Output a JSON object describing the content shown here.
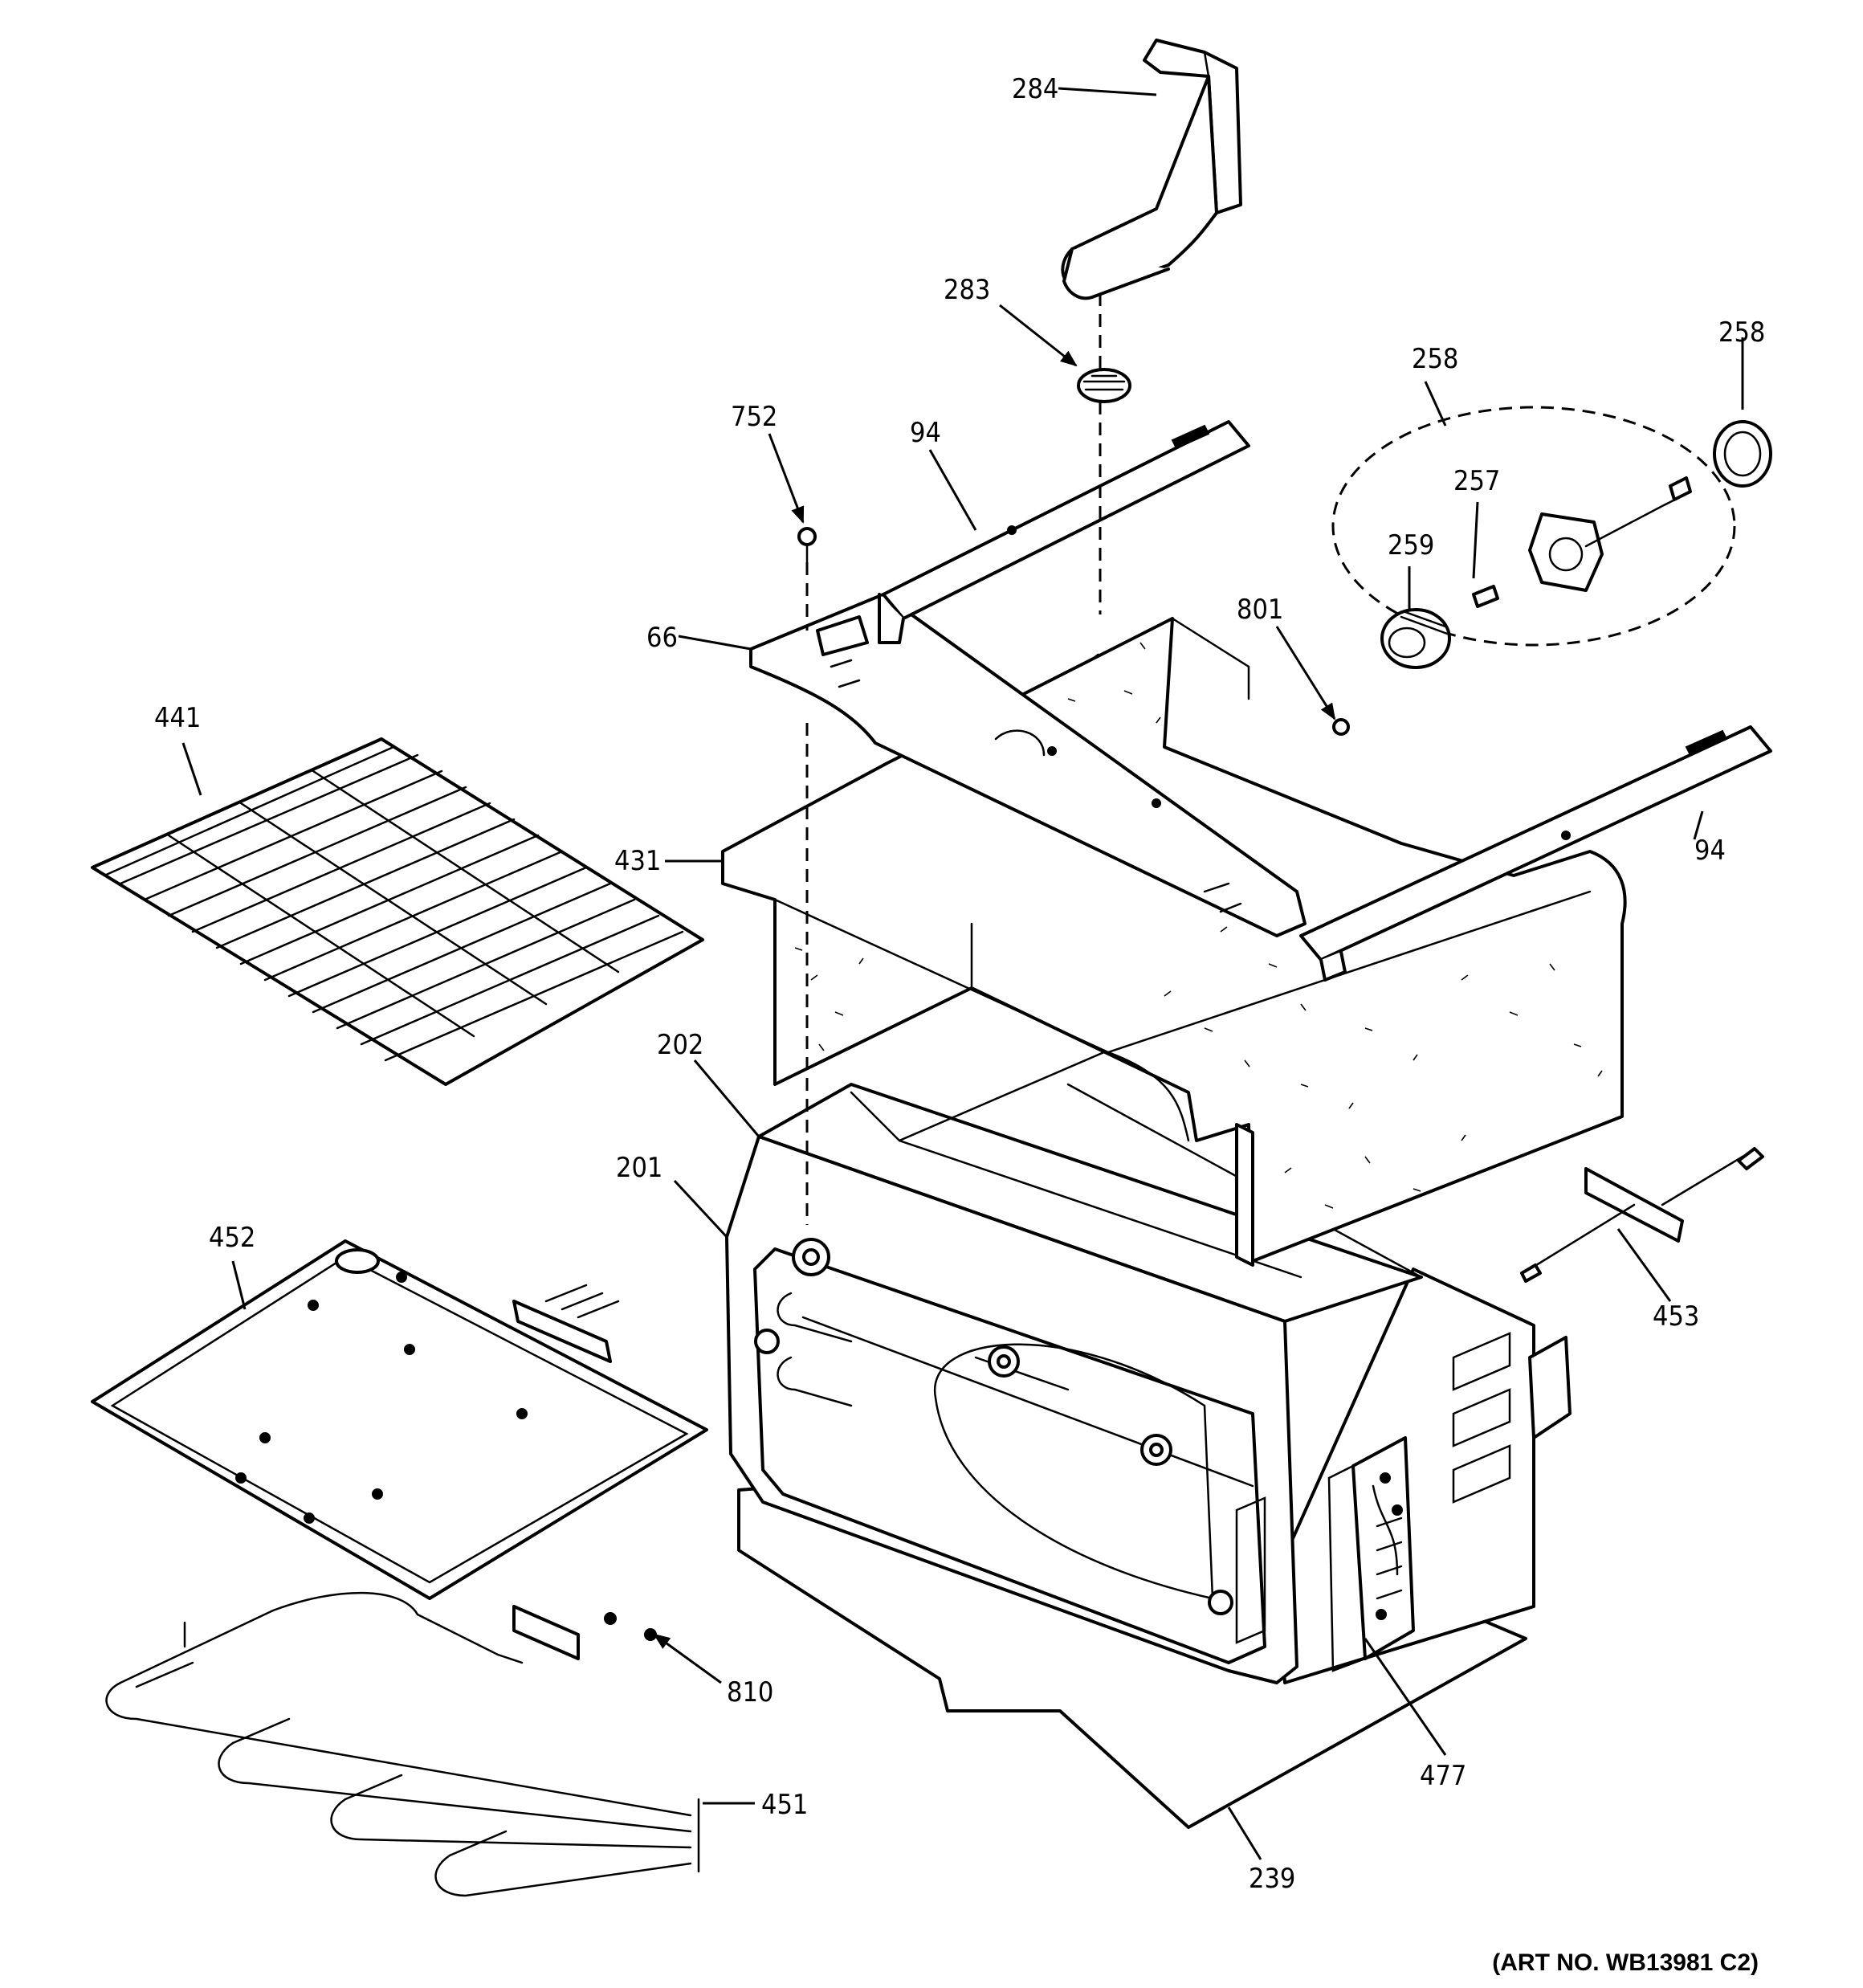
{
  "art_number": "(ART NO. WB13981 C2)",
  "callouts": {
    "c284": "284",
    "c283": "283",
    "c258a": "258",
    "c258b": "258",
    "c752": "752",
    "c94a": "94",
    "c257": "257",
    "c259": "259",
    "c801": "801",
    "c66": "66",
    "c441": "441",
    "c94b": "94",
    "c431": "431",
    "c202": "202",
    "c201": "201",
    "c452": "452",
    "c453": "453",
    "c810": "810",
    "c477": "477",
    "c451": "451",
    "c239": "239"
  },
  "colors": {
    "line": "#000000",
    "background": "#ffffff"
  }
}
